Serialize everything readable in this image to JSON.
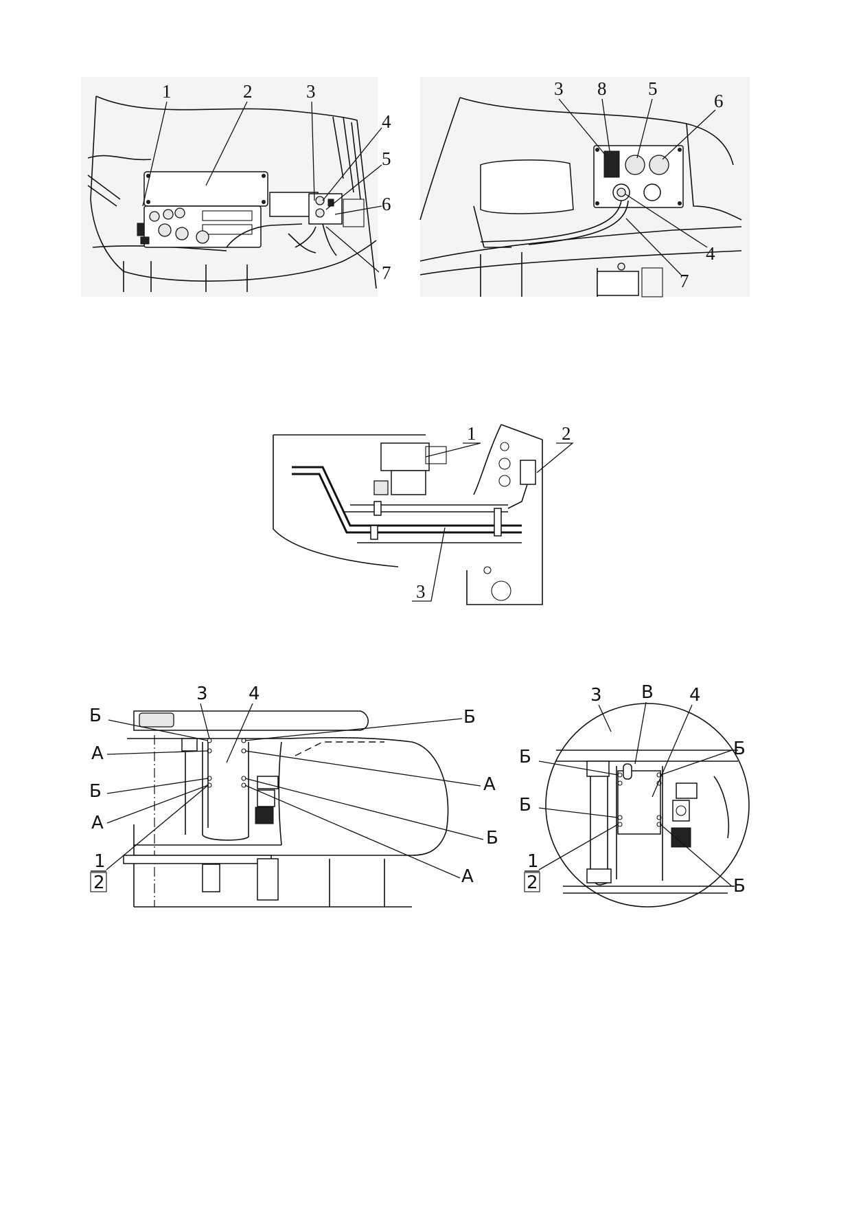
{
  "figure_top_left": {
    "callouts": [
      "1",
      "2",
      "3",
      "4",
      "5",
      "6",
      "7"
    ]
  },
  "figure_top_right": {
    "callouts": [
      "3",
      "8",
      "5",
      "6",
      "4",
      "7"
    ]
  },
  "figure_middle": {
    "callouts": [
      "1",
      "2",
      "3"
    ]
  },
  "figure_bottom_left": {
    "callouts": [
      "3",
      "4"
    ],
    "letters_left": [
      "Б",
      "А",
      "Б",
      "А"
    ],
    "letters_right": [
      "Б",
      "А",
      "Б",
      "А"
    ],
    "fraction": {
      "numerator": "1",
      "denominator": "2"
    }
  },
  "figure_bottom_right": {
    "callouts": [
      "3",
      "В",
      "4"
    ],
    "letters_left": [
      "Б",
      "Б"
    ],
    "letters_right": [
      "Б",
      "Б"
    ],
    "fraction": {
      "numerator": "1",
      "denominator": "2"
    }
  }
}
